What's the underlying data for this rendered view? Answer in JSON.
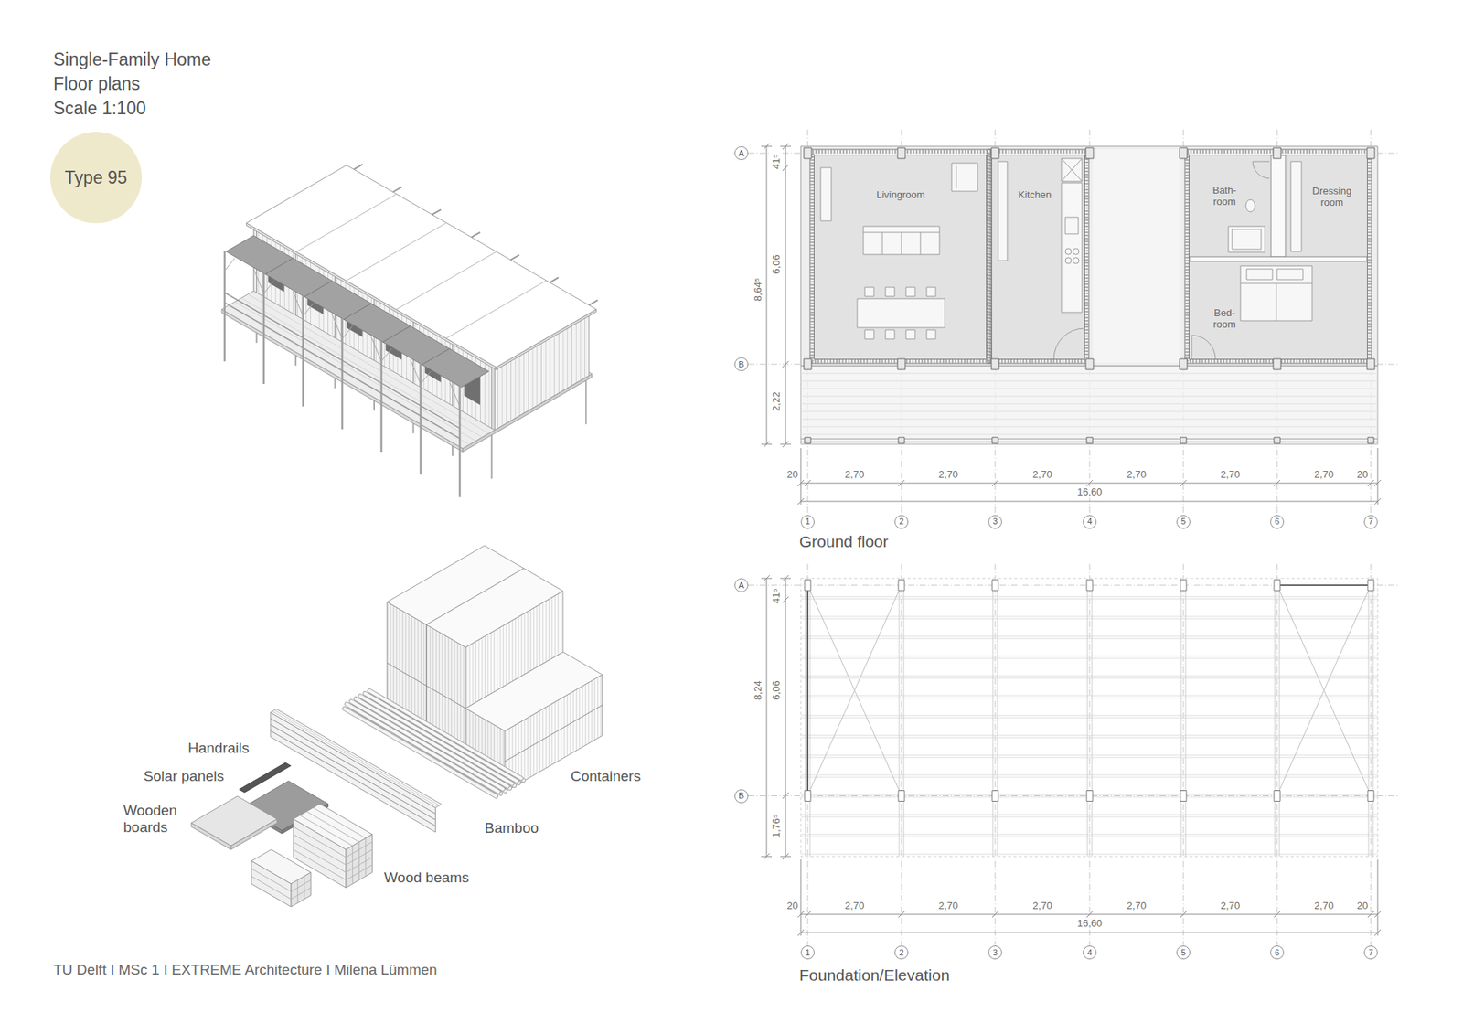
{
  "diagram": {
    "title": "Single-Family Home",
    "caption": "TU Delft I MSc 1 I EXTREME Architecture I Milena Lümmen",
    "nodes": [
      {
        "text": [
          "Type 95"
        ]
      },
      {
        "text": [
          "A"
        ]
      },
      {
        "text": [
          "Livingroom"
        ]
      },
      {
        "text": [
          "Kitchen"
        ]
      },
      {
        "text": [
          "Bath- room"
        ]
      },
      {
        "text": [
          "Dressing room"
        ]
      },
      {
        "text": [
          "Bed- room"
        ]
      },
      {
        "text": [
          "B"
        ]
      },
      {
        "text": [
          "1"
        ]
      },
      {
        "text": [
          "2"
        ]
      },
      {
        "text": [
          "3"
        ]
      },
      {
        "text": [
          "4"
        ]
      },
      {
        "text": [
          "5"
        ]
      },
      {
        "text": [
          "6"
        ]
      },
      {
        "text": [
          "7"
        ]
      },
      {
        "text": [
          "A"
        ]
      },
      {
        "text": [
          "B"
        ]
      },
      {
        "text": [
          "1"
        ]
      },
      {
        "text": [
          "2"
        ]
      },
      {
        "text": [
          "3"
        ]
      },
      {
        "text": [
          "4"
        ]
      },
      {
        "text": [
          "5"
        ]
      },
      {
        "text": [
          "6"
        ]
      },
      {
        "text": [
          "7"
        ]
      }
    ],
    "labels": [
      "Floor plans",
      "Scale 1:100",
      "Handrails",
      "Solar panels",
      "Wooden boards",
      "Containers",
      "Bamboo",
      "Wood beams",
      "41⁵",
      "6,06",
      "8,64⁵",
      "2,22",
      "20",
      "2,70",
      "2,70",
      "2,70",
      "2,70",
      "2,70",
      "2,70",
      "20",
      "16,60",
      "Ground floor",
      "41⁵",
      "6,06",
      "8,24",
      "1,76⁵",
      "20",
      "2,70",
      "2,70",
      "2,70",
      "2,70",
      "2,70",
      "2,70",
      "20",
      "16,60",
      "Foundation/Elevation"
    ]
  }
}
